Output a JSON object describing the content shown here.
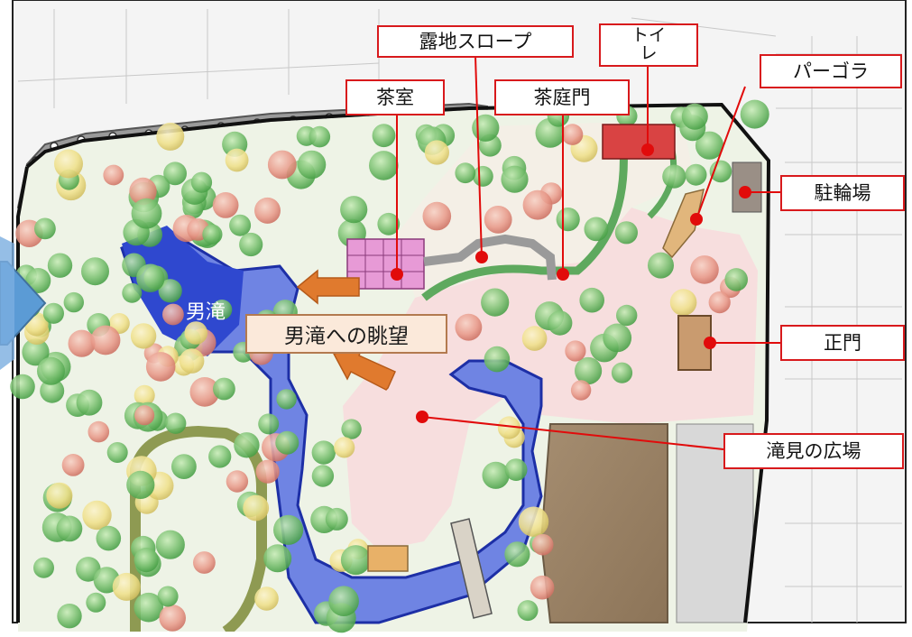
{
  "labels": {
    "roji_slope": "露地スロープ",
    "toilet_line1": "トイ",
    "toilet_line2": "レ",
    "pergola": "パーゴラ",
    "tea_room": "茶室",
    "tea_garden_gate": "茶庭門",
    "bicycle_parking": "駐輪場",
    "main_gate": "正門",
    "waterfall_plaza": "滝見の広場"
  },
  "pond_label": "男滝",
  "view_label": "男滝への眺望",
  "colors": {
    "marker": "#e10b0b",
    "label_border": "#d8191c",
    "pond": "#4a63d8",
    "plaza": "#f7dede",
    "tree_green": "#7ec37e",
    "view_arrow": "#e07a2e",
    "nav_arrow": "#5b9bd5",
    "tea_room_fill": "#e79ad6",
    "building": "#a08868"
  }
}
